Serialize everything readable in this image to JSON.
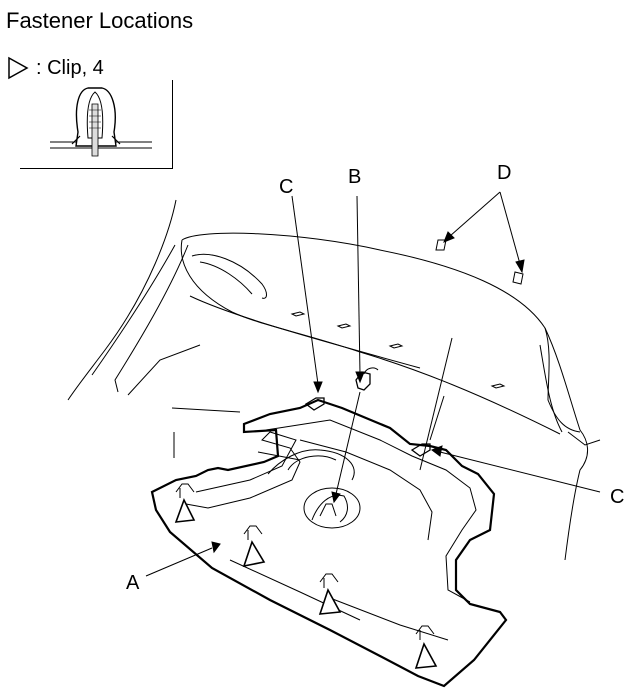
{
  "title": "Fastener Locations",
  "legend": {
    "symbol": "triangle-outline-icon",
    "text": ": Clip, 4"
  },
  "callouts": {
    "a": "A",
    "b": "B",
    "c_top": "C",
    "c_right": "C",
    "d": "D"
  }
}
